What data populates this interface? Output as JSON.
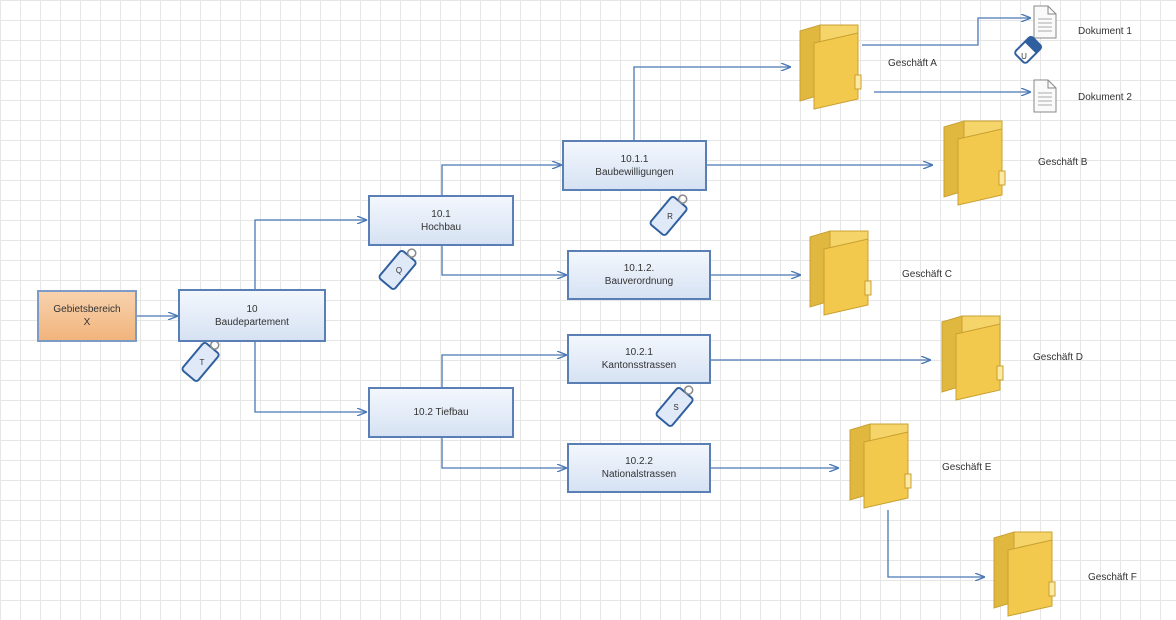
{
  "nodes": {
    "root": {
      "line1": "Gebietsbereich",
      "line2": "X"
    },
    "n10": {
      "line1": "10",
      "line2": "Baudepartement"
    },
    "n101": {
      "line1": "10.1",
      "line2": "Hochbau"
    },
    "n102": {
      "line1": "10.2 Tiefbau",
      "line2": ""
    },
    "n1011": {
      "line1": "10.1.1",
      "line2": "Baubewilligungen"
    },
    "n1012": {
      "line1": "10.1.2.",
      "line2": "Bauverordnung"
    },
    "n1021": {
      "line1": "10.2.1",
      "line2": "Kantonsstrassen"
    },
    "n1022": {
      "line1": "10.2.2",
      "line2": "Nationalstrassen"
    }
  },
  "tags": {
    "t": "T",
    "q": "Q",
    "r": "R",
    "s": "S",
    "u": "U"
  },
  "folders": {
    "a": "Geschäft A",
    "b": "Geschäft B",
    "c": "Geschäft C",
    "d": "Geschäft D",
    "e": "Geschäft E",
    "f": "Geschäft F"
  },
  "documents": {
    "d1": "Dokument 1",
    "d2": "Dokument 2"
  },
  "colors": {
    "connector": "#4a78b4",
    "box_border": "#5a7fb5",
    "root_fill": "#f1b47c",
    "folder": "#f2c94c"
  }
}
